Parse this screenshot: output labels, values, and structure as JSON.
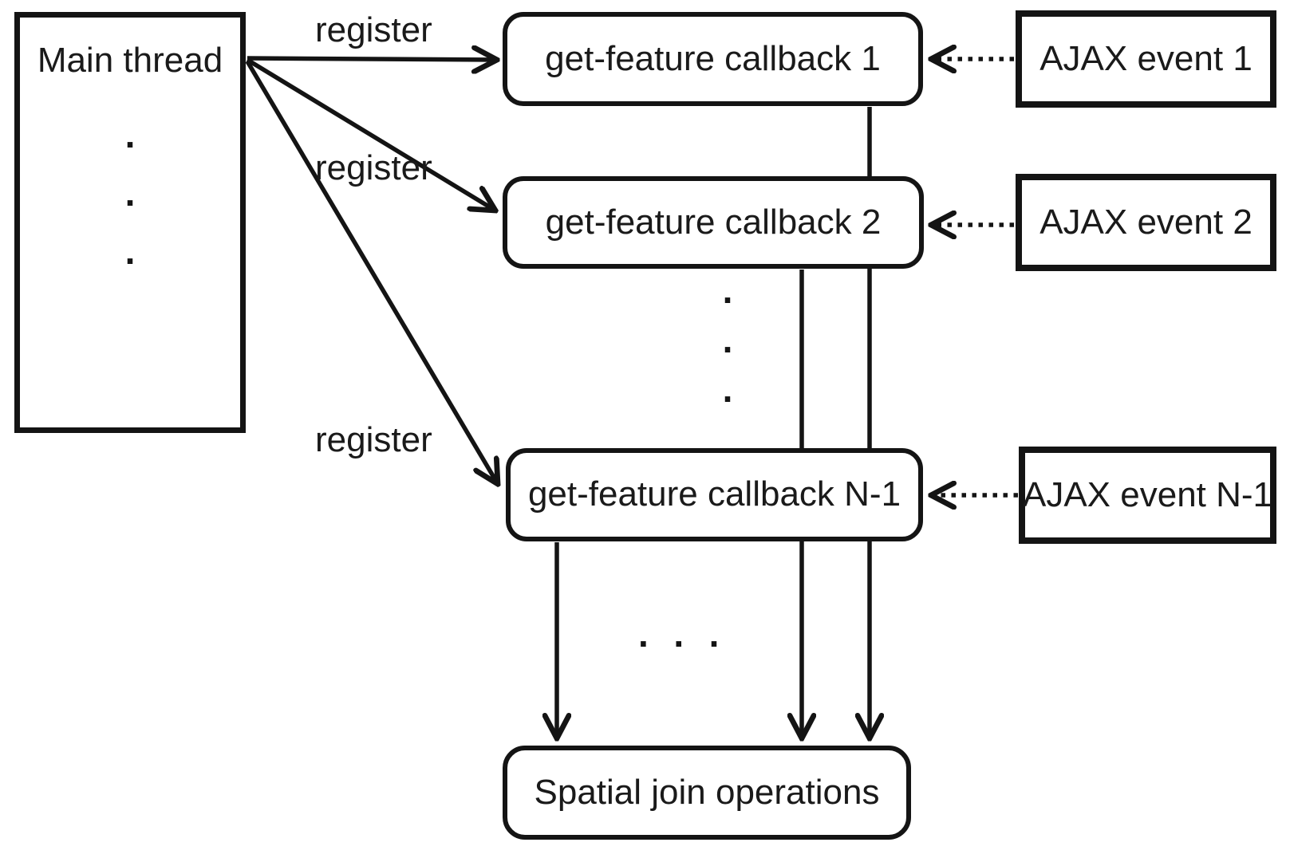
{
  "figure": {
    "colors": {
      "ink": "#141414",
      "background": "#ffffff"
    },
    "main_thread": {
      "label": "Main thread"
    },
    "register_arrows": [
      {
        "label": "register"
      },
      {
        "label": "register"
      },
      {
        "label": "register"
      }
    ],
    "callbacks": [
      {
        "label": "get-feature callback 1"
      },
      {
        "label": "get-feature callback 2"
      },
      {
        "label": "get-feature callback N-1"
      }
    ],
    "ajax_events": [
      {
        "label": "AJAX event 1"
      },
      {
        "label": "AJAX event 2"
      },
      {
        "label": "AJAX event N-1"
      }
    ],
    "spatial_join": {
      "label": "Spatial join operations"
    },
    "ellipses": {
      "dot": ".",
      "horizontal": ".  .  ."
    }
  }
}
